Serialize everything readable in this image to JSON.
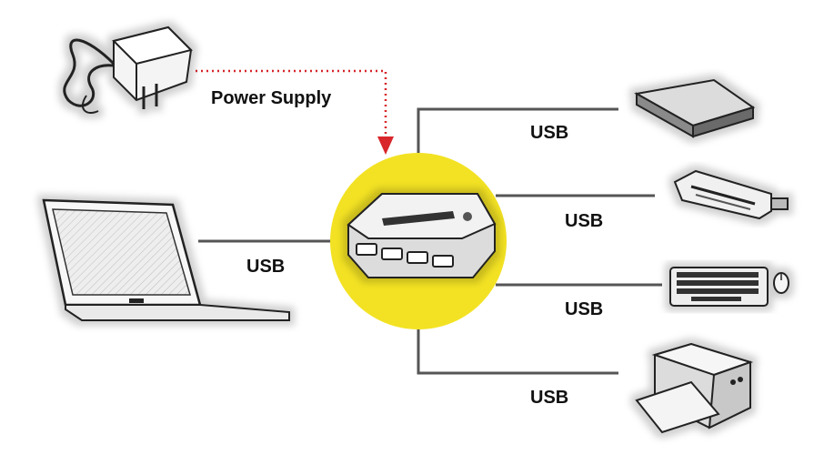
{
  "labels": {
    "power_supply": "Power Supply",
    "usb_laptop": "USB",
    "usb_drive": "USB",
    "usb_card_reader": "USB",
    "usb_keyboard": "USB",
    "usb_printer": "USB"
  },
  "colors": {
    "hub_circle": "#f3e223",
    "power_line": "#d8262b",
    "usb_line": "#555555",
    "device_outline": "#222222",
    "device_fill": "#f4f4f4"
  },
  "icons": [
    "power-adapter-icon",
    "laptop-icon",
    "usb-hub-icon",
    "external-drive-icon",
    "card-reader-icon",
    "keyboard-mouse-icon",
    "printer-icon"
  ]
}
